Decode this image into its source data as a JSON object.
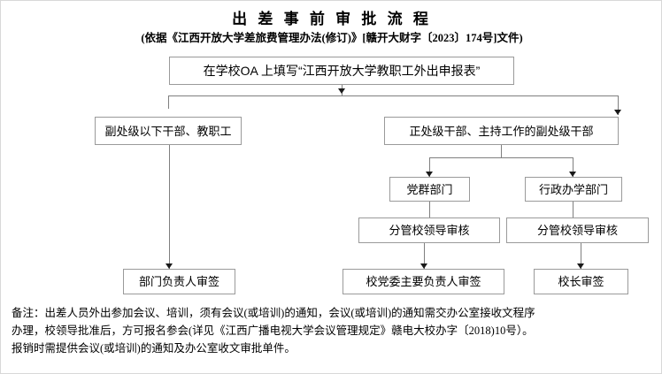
{
  "page": {
    "title": "出 差 事 前 审 批 流 程",
    "subtitle": "(依据《江西开放大学差旅费管理办法(修订)》[赣开大财字〔2023〕174号]文件)",
    "border_color": "#d8d8d8",
    "box_border_color": "#9a9a9a",
    "connector_color": "#7f7f7f",
    "arrow_color": "#1a1a1a",
    "background": "#ffffff"
  },
  "flow": {
    "start": {
      "label": "在学校OA 上填写“江西开放大学教职工外出申报表”"
    },
    "branch_left": {
      "label": "副处级以下干部、教职工"
    },
    "branch_right": {
      "label": "正处级干部、主持工作的副处级干部"
    },
    "dept_party": {
      "label": "党群部门"
    },
    "dept_admin": {
      "label": "行政办学部门"
    },
    "review_party": {
      "label": "分管校领导审核"
    },
    "review_admin": {
      "label": "分管校领导审核"
    },
    "sign_dept_head": {
      "label": "部门负责人审签"
    },
    "sign_party_secretary": {
      "label": "校党委主要负责人审签"
    },
    "sign_president": {
      "label": "校长审签"
    }
  },
  "note": {
    "line1": "备注：出差人员外出参加会议、培训，须有会议(或培训)的通知，会议(或培训)的通知需交办公室接收文程序",
    "line2": "办理，校领导批准后，方可报名参会(详见《江西广播电视大学会议管理规定》赣电大校办字〔2018)10号）。",
    "line3": "报销时需提供会议(或培训)的通知及办公室收文审批单件。"
  }
}
